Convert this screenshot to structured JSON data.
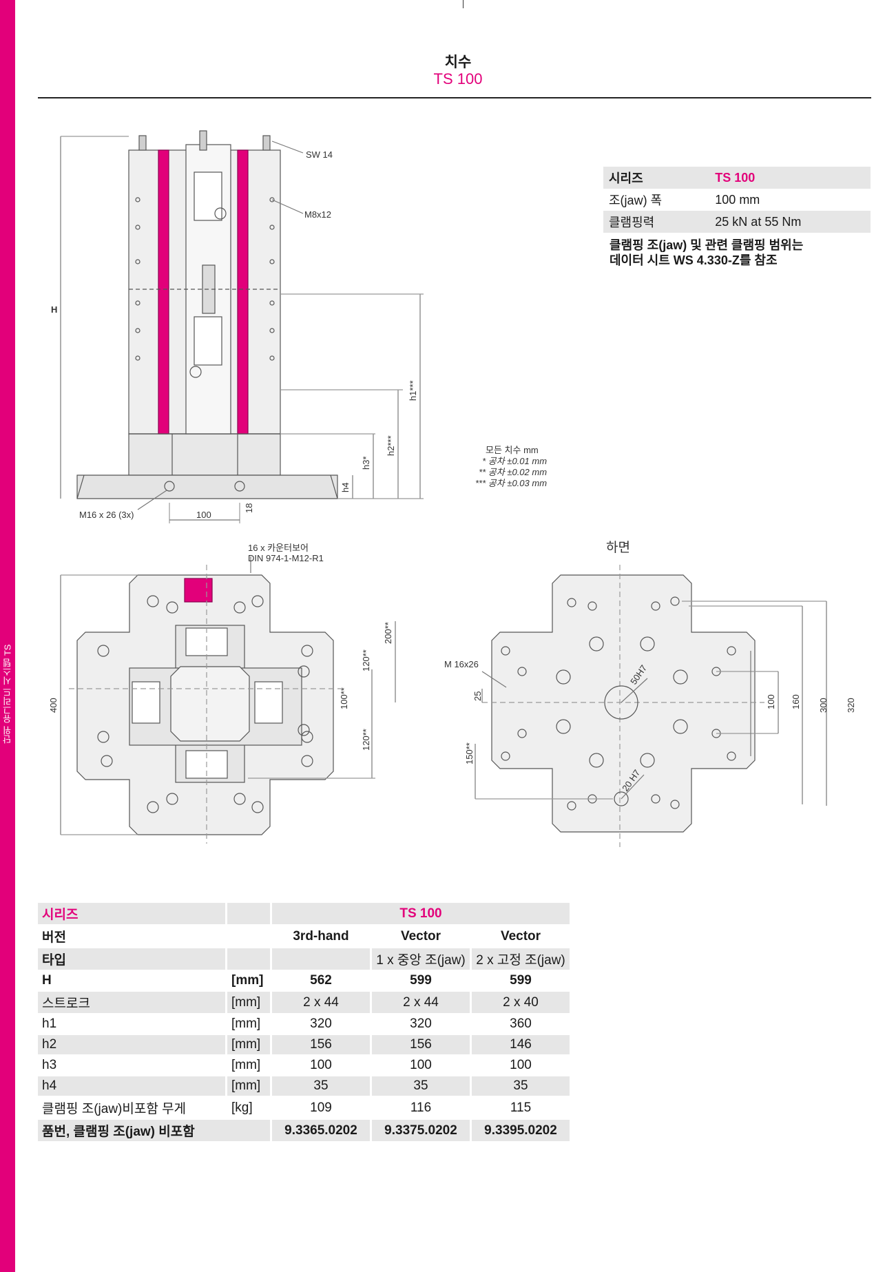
{
  "side": {
    "text": "단위 유그리드 시스템 TS"
  },
  "header": {
    "title": "치수",
    "subtitle": "TS 100"
  },
  "spec_table": {
    "rows": [
      {
        "label": "시리즈",
        "value": "TS 100"
      },
      {
        "label": "조(jaw) 폭",
        "value": "100 mm"
      },
      {
        "label": "클램핑력",
        "value": "25 kN at 55 Nm"
      }
    ],
    "note_line1": "클램핑 조(jaw) 및 관련 클램핑 범위는",
    "note_line2": "데이터 시트 WS 4.330-Z를 참조"
  },
  "drawing_labels": {
    "sw": "SW 14",
    "m8": "M8x12",
    "H": "H",
    "h1": "h1***",
    "h2": "h2***",
    "h3": "h3*",
    "h4": "h4",
    "m16_3x": "M16 x 26 (3x)",
    "d100": "100",
    "d18": "18",
    "counterbore_1": "16 x 카운터보어",
    "counterbore_2": "DIN 974-1-M12-R1",
    "d400": "400",
    "d200": "200**",
    "d120a": "120**",
    "d100b": "100**",
    "d120b": "120**",
    "m16_26": "M 16x26",
    "d25": "25",
    "d150": "150**",
    "h50": "50H7",
    "h20": "20 H7",
    "r100": "100",
    "r160": "160",
    "r300": "300",
    "r320": "320"
  },
  "tolerances": {
    "title": "모든 치수 mm",
    "t1": "* 공차 ±0.01 mm",
    "t2": "** 공차 ±0.02 mm",
    "t3": "*** 공차 ±0.03 mm"
  },
  "bottom_view_label": "하면",
  "data_table": {
    "series_label": "시리즈",
    "series_value": "TS 100",
    "version_label": "버전",
    "versions": [
      "3rd-hand",
      "Vector",
      "Vector"
    ],
    "type_label": "타입",
    "types": [
      "",
      "1 x 중앙 조(jaw)",
      "2 x 고정 조(jaw)"
    ],
    "rows": [
      {
        "label": "H",
        "unit": "[mm]",
        "values": [
          "562",
          "599",
          "599"
        ]
      },
      {
        "label": "스트로크",
        "unit": "[mm]",
        "values": [
          "2 x 44",
          "2 x 44",
          "2 x 40"
        ]
      },
      {
        "label": "h1",
        "unit": "[mm]",
        "values": [
          "320",
          "320",
          "360"
        ]
      },
      {
        "label": "h2",
        "unit": "[mm]",
        "values": [
          "156",
          "156",
          "146"
        ]
      },
      {
        "label": "h3",
        "unit": "[mm]",
        "values": [
          "100",
          "100",
          "100"
        ]
      },
      {
        "label": "h4",
        "unit": "[mm]",
        "values": [
          "35",
          "35",
          "35"
        ]
      },
      {
        "label": "클램핑 조(jaw)비포함 무게",
        "unit": "[kg]",
        "values": [
          "109",
          "116",
          "115"
        ]
      }
    ],
    "part_label": "품번, 클램핑 조(jaw) 비포함",
    "part_values": [
      "9.3365.0202",
      "9.3375.0202",
      "9.3395.0202"
    ]
  }
}
